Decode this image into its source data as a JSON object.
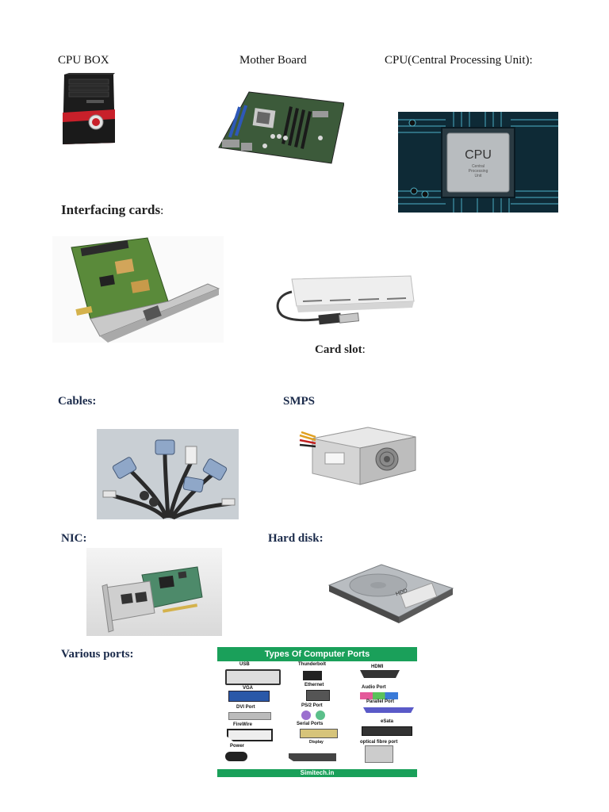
{
  "labels": {
    "cpu_box": "CPU BOX",
    "mother_board": "Mother Board",
    "cpu": "CPU(Central Processing Unit):",
    "interfacing_cards": "Interfacing cards",
    "interfacing_cards_colon": ":",
    "card_slot": "Card slot",
    "card_slot_colon": ":",
    "cables": "Cables:",
    "smps": "SMPS",
    "nic": "NIC:",
    "hard_disk": "Hard disk:",
    "various_ports": "Various ports:"
  },
  "cpu_chip": {
    "title": "CPU",
    "subtitle_1": "Central",
    "subtitle_2": "Processing",
    "subtitle_3": "Unit"
  },
  "ports_poster": {
    "title": "Types Of Computer Ports",
    "footer": "Simitech.in",
    "items": {
      "usb": "USB",
      "thunderbolt": "Thunderbolt",
      "hdmi": "HDMI",
      "ethernet": "Ethernet",
      "vga": "VGA",
      "audio": "Audio Port",
      "dvi": "DVI Port",
      "ps2": "PS/2 Port",
      "parallel": "Parallel Port",
      "firewire": "FireWire",
      "serial": "Serial Ports",
      "esata": "eSata",
      "display": "Display",
      "optical": "optical fibre port",
      "power": "Power"
    },
    "colors": {
      "header": "#1aa05a",
      "background": "#ffffff"
    }
  },
  "hdd_label": "HDD"
}
